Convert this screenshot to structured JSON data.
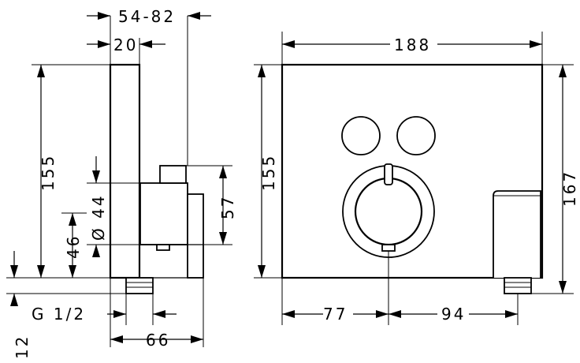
{
  "side_view": {
    "dim_depth_range": "54-82",
    "dim_plate_thickness": "20",
    "dim_height": "155",
    "dim_diameter": "Ø 44",
    "dim_offset": "46",
    "dim_body_height": "57",
    "dim_thread": "G 1/2",
    "dim_bottom_offset": "12",
    "dim_body_depth": "66"
  },
  "front_view": {
    "dim_width": "188",
    "dim_height": "155",
    "dim_total_height": "167",
    "dim_left_to_axis": "77",
    "dim_axis_to_outlet": "94"
  }
}
